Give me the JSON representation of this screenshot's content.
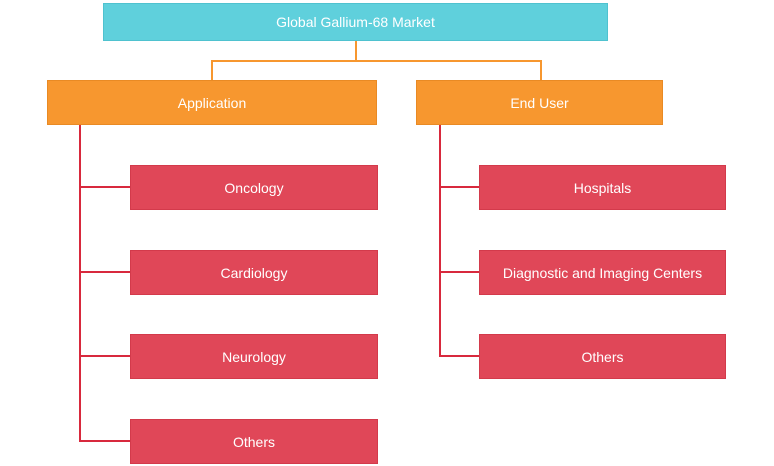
{
  "diagram": {
    "root": {
      "label": "Global Gallium-68 Market"
    },
    "categories": [
      {
        "label": "Application",
        "items": [
          {
            "label": "Oncology"
          },
          {
            "label": "Cardiology"
          },
          {
            "label": "Neurology"
          },
          {
            "label": "Others"
          }
        ]
      },
      {
        "label": "End User",
        "items": [
          {
            "label": "Hospitals"
          },
          {
            "label": "Diagnostic and Imaging Centers"
          },
          {
            "label": "Others"
          }
        ]
      }
    ]
  },
  "colors": {
    "root": "#5fd0dc",
    "category": "#f7972f",
    "leaf": "#e04758",
    "connector_orange": "#f7972f",
    "connector_red": "#d8293d"
  }
}
